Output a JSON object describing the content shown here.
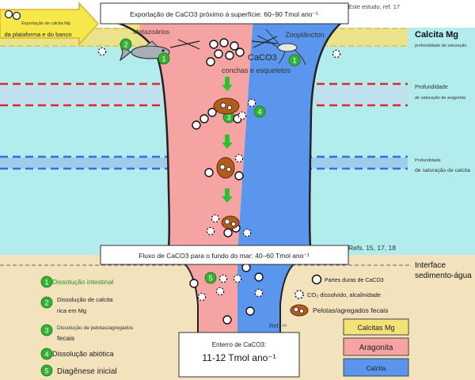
{
  "colors": {
    "ocean": "#b2ecec",
    "sediment": "#f2e3bd",
    "mg_band": "#f3e27a",
    "aragonite": "#f6a3a3",
    "calcite": "#5b96ee",
    "arrow_yellow": "#f6e84a",
    "number_green": "#33b233",
    "red_dash": "#e02828",
    "blue_dash": "#3a6fe0"
  },
  "top_box": {
    "text": "Exportação de CaCO3 próximo à superfície: 60–90 Tmol ano⁻¹",
    "reference": "Este estudo, ref. 17"
  },
  "shelf_arrow": {
    "line1": "Exportação de calcita Mg",
    "line2": "da plataforma e do banco"
  },
  "organisms": {
    "fish": "Metazoários",
    "zooplankton": "Zooplâncton"
  },
  "center_label": {
    "formula": "CaCO3",
    "text": "conchas e esqueletos"
  },
  "right_labels": {
    "calcite_mg_title": "Calcita Mg",
    "calcite_mg_sub": "profundidade de saturação",
    "aragonite_1": "Profundidade",
    "aragonite_2": "de saturação de aragonita",
    "calcite_1": "Profundidade",
    "calcite_2": "de saturação de calcita",
    "interface_1": "Interface",
    "interface_2": "sedimento-água"
  },
  "seafloor_box": {
    "text": "Fluxo de CaCO3 para o fundo do mar: 40–60 Tmol ano⁻¹",
    "reference": "Refs. 15, 17, 18"
  },
  "burial_box": {
    "line1": "Enterro de CaCO3:",
    "line2": "11-12 Tmol ano⁻¹",
    "reference": "Ref. ⁴⁹"
  },
  "processes": [
    {
      "num": "1",
      "text": "Dissolução intestinal"
    },
    {
      "num": "2",
      "text": "Dissolução de calcita",
      "text2": "rica em Mg"
    },
    {
      "num": "3",
      "text": "Dissolução de pelotas/agregados",
      "text2": "fecais"
    },
    {
      "num": "4",
      "text": "Dissolução abiótica"
    },
    {
      "num": "5",
      "text": "Diagênese inicial"
    }
  ],
  "legend": {
    "hard_parts": "Partes duras de CaCO3",
    "co2": "CO₂ dissolvido, alcalinidade",
    "pellets": "Pelotas/agregados fecais",
    "calcite_mg": "Calcitas Mg",
    "aragonite": "Aragonita",
    "calcite": "Calcita"
  }
}
